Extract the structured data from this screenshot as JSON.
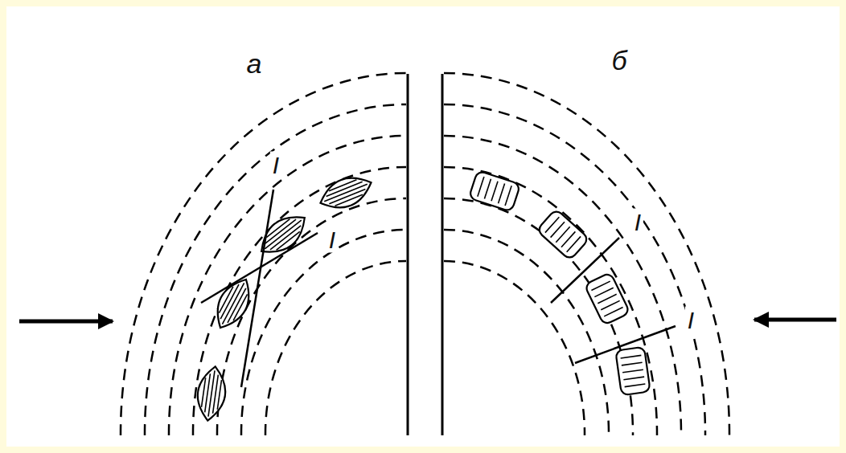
{
  "diagram": {
    "labels": [
      "а",
      "б",
      "I",
      "I",
      "I",
      "I"
    ]
  }
}
